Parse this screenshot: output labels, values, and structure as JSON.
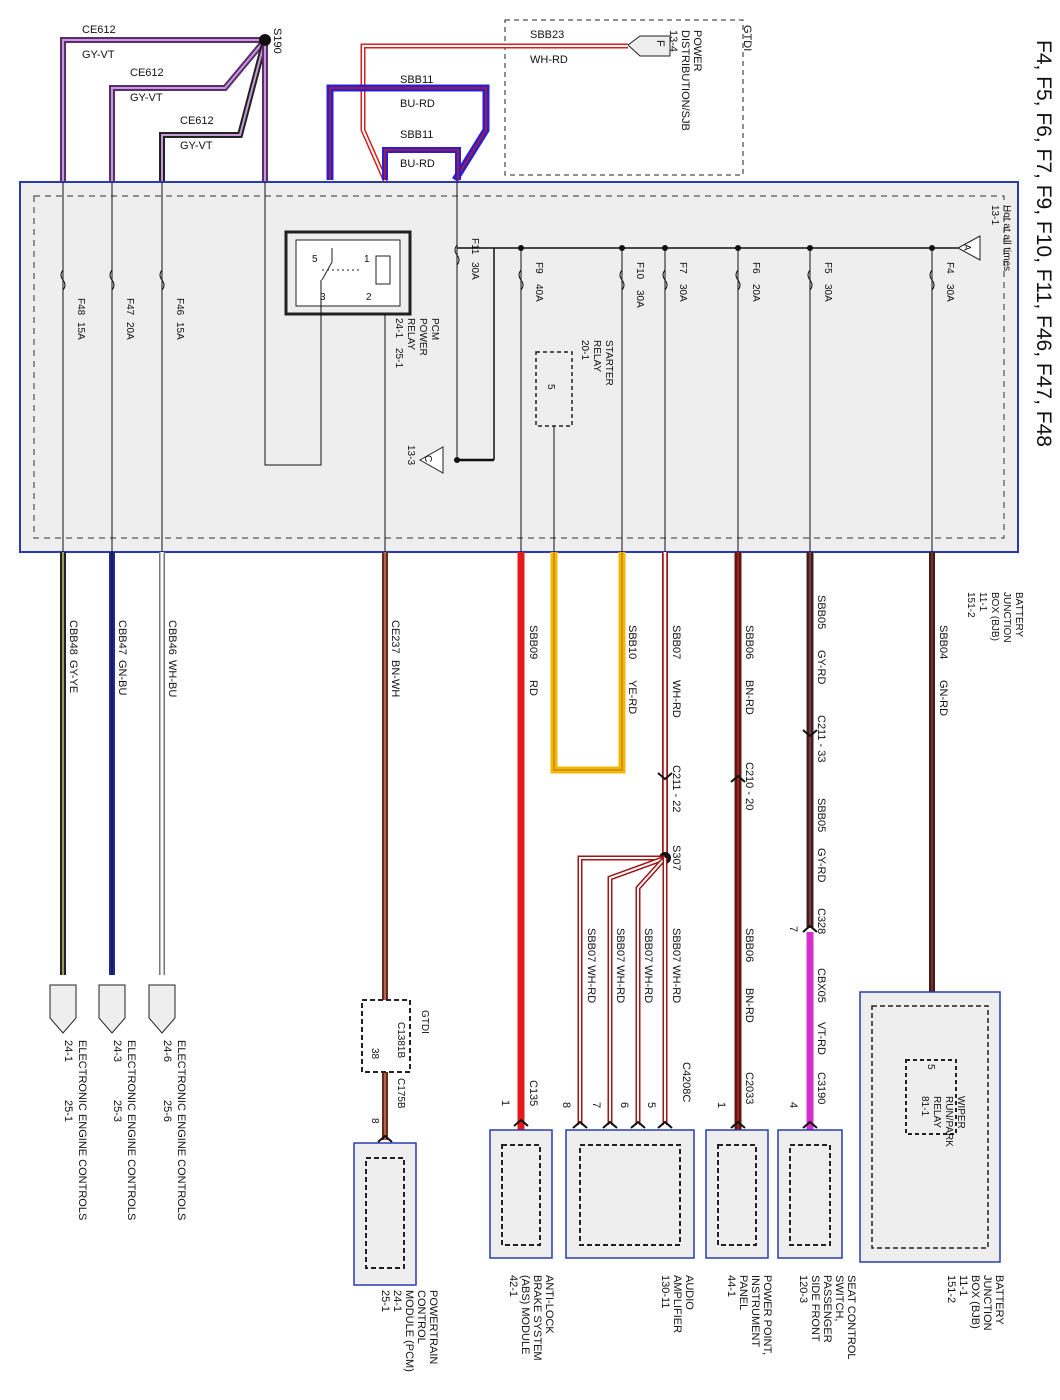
{
  "title": "F4, F5, F6, F7, F9, F10, F11, F46, F47, F48",
  "top": {
    "gtdi": "GTDI",
    "power_dist": [
      "POWER",
      "DISTRIBUTION/SJB",
      "13-4"
    ],
    "connector_f": "F",
    "sbb23": "SBB23",
    "sbb23_color": "WH-RD",
    "sbb11_a": "SBB11",
    "sbb11_a_color": "BU-RD",
    "sbb11_b": "SBB11",
    "sbb11_b_color": "BU-RD",
    "ce612": [
      "CE612",
      "CE612",
      "CE612"
    ],
    "gy_vt": [
      "GY-VT",
      "GY-VT",
      "GY-VT"
    ],
    "s190": "S190"
  },
  "bjb": {
    "hot": "Hot at all times",
    "hot_ref": "13-1",
    "hot_conn": "A",
    "pcm_relay": [
      "PCM",
      "POWER",
      "RELAY",
      "24-1",
      "25-1"
    ],
    "relay_pins": [
      "5",
      "1",
      "3",
      "2"
    ],
    "starter_relay": [
      "STARTER",
      "RELAY",
      "20-1"
    ],
    "starter_pin": "5",
    "c_conn": "C",
    "c_ref": "13-3",
    "label": [
      "BATTERY",
      "JUNCTION",
      "BOX (BJB)",
      "11-1",
      "151-2"
    ]
  },
  "fuses": [
    {
      "name": "F48",
      "amp": "15A"
    },
    {
      "name": "F47",
      "amp": "20A"
    },
    {
      "name": "F46",
      "amp": "15A"
    },
    {
      "name": "F11",
      "amp": "30A"
    },
    {
      "name": "F9",
      "amp": "40A"
    },
    {
      "name": "F10",
      "amp": "30A"
    },
    {
      "name": "F7",
      "amp": "30A"
    },
    {
      "name": "F6",
      "amp": "20A"
    },
    {
      "name": "F5",
      "amp": "30A"
    },
    {
      "name": "F4",
      "amp": "30A"
    }
  ],
  "circuits": [
    {
      "id": "CBB48",
      "color": "GY-YE"
    },
    {
      "id": "CBB47",
      "color": "GN-BU"
    },
    {
      "id": "CBB46",
      "color": "WH-BU"
    },
    {
      "id": "CE237",
      "color": "BN-WH"
    },
    {
      "id": "SBB09",
      "color": "RD"
    },
    {
      "id": "SBB10",
      "color": "YE-RD"
    },
    {
      "id": "SBB07",
      "color": "WH-RD"
    },
    {
      "id": "SBB06",
      "color": "BN-RD"
    },
    {
      "id": "SBB05",
      "color": "GY-RD"
    },
    {
      "id": "SBB04",
      "color": "GN-RD"
    }
  ],
  "mid": {
    "c211_33": "C211 - 33",
    "sbb05": "SBB05",
    "sbb05_color": "GY-RD",
    "c328": "C328",
    "c328_pin": "7",
    "c210_20": "C210 - 20",
    "c211_22": "C211 - 22",
    "s307": "S307",
    "sbb07_branches": [
      "SBB07 WH-RD",
      "SBB07 WH-RD",
      "SBB07 WH-RD",
      "SBB07 WH-RD"
    ],
    "sbb06": "SBB06",
    "sbb06_color": "BN-RD",
    "cbx05": "CBX05",
    "cbx05_color": "VT-RD",
    "gtdi2": "GTDI",
    "c1381b": "C1381B",
    "c1381b_pin": "38",
    "c175b": "C175B",
    "c175b_pin": "8"
  },
  "connectors": {
    "c135": "C135",
    "c135_pin": "1",
    "c4208c": "C4208C",
    "c4208c_pins": [
      "8",
      "7",
      "6",
      "5"
    ],
    "c2033": "C2033",
    "c2033_pin": "1",
    "c3190": "C3190",
    "c3190_pin": "4"
  },
  "wiper_relay": [
    "WIPER",
    "RUN/PARK",
    "RELAY",
    "81-1"
  ],
  "wiper_pin": "5",
  "components": [
    {
      "lines": [
        "ELECTRONIC ENGINE CONTROLS",
        "24-1",
        "25-1"
      ]
    },
    {
      "lines": [
        "ELECTRONIC ENGINE CONTROLS",
        "24-3",
        "25-3"
      ]
    },
    {
      "lines": [
        "ELECTRONIC ENGINE CONTROLS",
        "24-6",
        "25-6"
      ]
    },
    {
      "lines": [
        "POWERTRAIN",
        "CONTROL",
        "MODULE (PCM)",
        "24-1",
        "25-1"
      ]
    },
    {
      "lines": [
        "ANTI-LOCK",
        "BRAKE SYSTEM",
        "(ABS) MODULE",
        "42-1"
      ]
    },
    {
      "lines": [
        "AUDIO",
        "AMPLIFIER",
        "130-11"
      ]
    },
    {
      "lines": [
        "POWER POINT,",
        "INSTRUMENT",
        "PANEL",
        "44-1"
      ]
    },
    {
      "lines": [
        "SEAT CONTROL",
        "SWITCH,",
        "PASSENGER",
        "SIDE FRONT",
        "120-3"
      ]
    },
    {
      "lines": [
        "BATTERY",
        "JUNCTION",
        "BOX (BJB)",
        "11-1",
        "151-2"
      ]
    }
  ],
  "colors": {
    "gy_vt_outer": "#5a2d6e",
    "gy_vt_inner": "#c79bd8",
    "bu_rd": "#2a1fd0",
    "wh_rd": "#d42020",
    "rd": "#e51b1b",
    "ye_rd": "#f5b800",
    "bn_rd": "#5a1a10",
    "gy_rd": "#6b6060",
    "vt_rd": "#d62fd0",
    "gn_rd": "#3b2018",
    "gn_bu": "#1d2a9a",
    "bn_wh": "#6b2a18",
    "box_blue": "#2a3bb0",
    "bjb_fill": "#eeeeee"
  }
}
